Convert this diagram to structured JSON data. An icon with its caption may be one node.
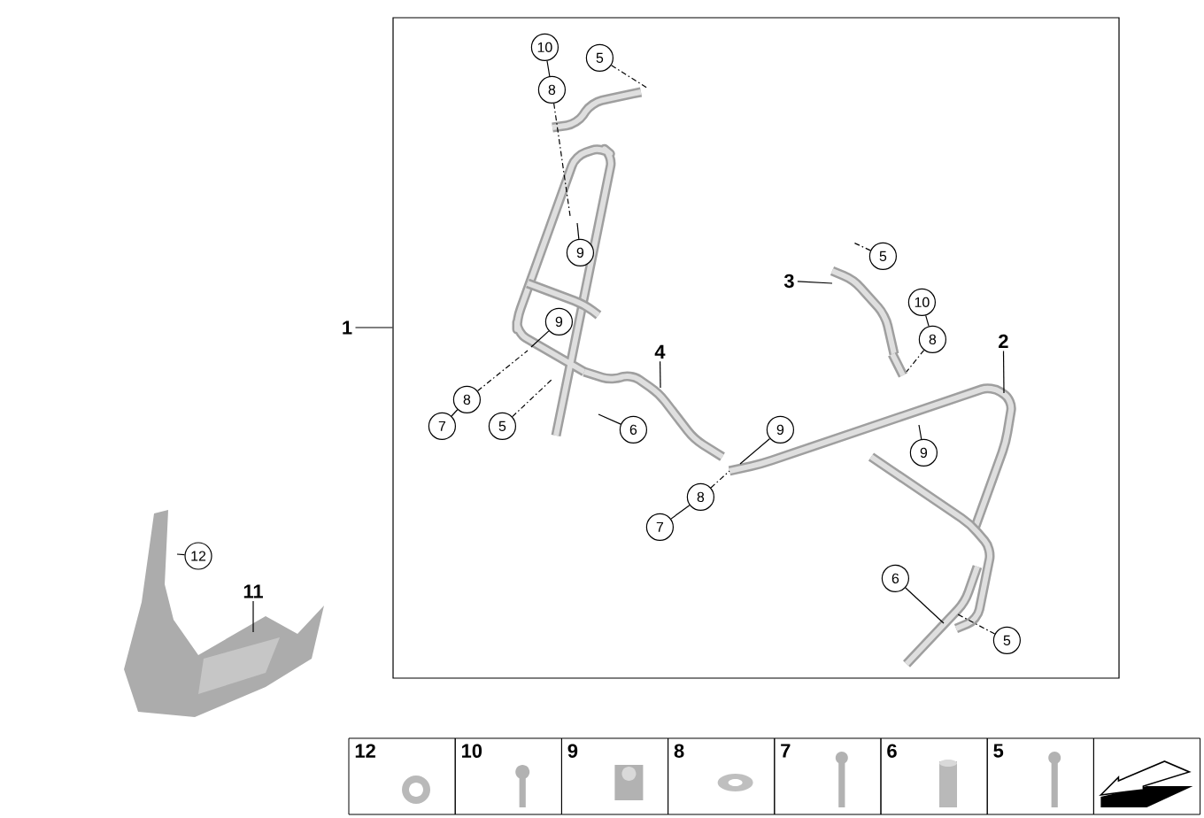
{
  "diagram": {
    "nodes": [
      {
        "text": [],
        "shape": "box"
      },
      {
        "text": [
          "1"
        ]
      },
      {
        "text": [
          "10"
        ],
        "in": 0
      },
      {
        "text": [
          "5"
        ],
        "in": 0
      },
      {
        "text": [
          "8"
        ],
        "in": 0
      },
      {
        "text": [
          "9"
        ],
        "in": 0
      },
      {
        "text": [
          "9"
        ],
        "in": 0
      },
      {
        "text": [
          "8"
        ],
        "in": 0
      },
      {
        "text": [
          "7"
        ],
        "in": 0
      },
      {
        "text": [
          "5"
        ],
        "in": 0
      },
      {
        "text": [
          "6"
        ],
        "in": 0
      },
      {
        "text": [
          "4"
        ],
        "in": 0
      },
      {
        "text": [
          "3"
        ],
        "in": 0
      },
      {
        "text": [
          "5"
        ],
        "in": 0
      },
      {
        "text": [
          "10"
        ],
        "in": 0
      },
      {
        "text": [
          "8"
        ],
        "in": 0
      },
      {
        "text": [
          "2"
        ],
        "in": 0
      },
      {
        "text": [
          "9"
        ],
        "in": 0
      },
      {
        "text": [
          "9"
        ],
        "in": 0
      },
      {
        "text": [
          "8"
        ],
        "in": 0
      },
      {
        "text": [
          "7"
        ],
        "in": 0
      },
      {
        "text": [
          "6"
        ],
        "in": 0
      },
      {
        "text": [
          "5"
        ],
        "in": 0
      },
      {
        "text": [
          "12"
        ]
      },
      {
        "text": [
          "11"
        ]
      }
    ],
    "edges": [
      {
        "from": 1,
        "to": 0,
        "arrow": "none"
      },
      {
        "from": 2,
        "to": 4,
        "arrow": "none"
      },
      {
        "from": 4,
        "to": null,
        "arrow": "none",
        "style": "dashed"
      },
      {
        "from": 3,
        "to": null,
        "arrow": "none",
        "style": "dashed"
      },
      {
        "from": 5,
        "to": null,
        "arrow": "none"
      },
      {
        "from": 6,
        "to": null,
        "arrow": "none"
      },
      {
        "from": 7,
        "to": null,
        "arrow": "none",
        "style": "dashed"
      },
      {
        "from": 8,
        "to": 7,
        "arrow": "none"
      },
      {
        "from": 9,
        "to": null,
        "arrow": "none",
        "style": "dashed"
      },
      {
        "from": 10,
        "to": null,
        "arrow": "none"
      },
      {
        "from": 11,
        "to": null,
        "arrow": "none"
      },
      {
        "from": 12,
        "to": null,
        "arrow": "none"
      },
      {
        "from": 13,
        "to": null,
        "arrow": "none",
        "style": "dashed"
      },
      {
        "from": 14,
        "to": 15,
        "arrow": "none"
      },
      {
        "from": 15,
        "to": null,
        "arrow": "none",
        "style": "dashed"
      },
      {
        "from": 16,
        "to": null,
        "arrow": "none"
      },
      {
        "from": 17,
        "to": null,
        "arrow": "none"
      },
      {
        "from": 18,
        "to": null,
        "arrow": "none"
      },
      {
        "from": 19,
        "to": null,
        "arrow": "none",
        "style": "dashed"
      },
      {
        "from": 20,
        "to": 19,
        "arrow": "none"
      },
      {
        "from": 21,
        "to": null,
        "arrow": "none"
      },
      {
        "from": 22,
        "to": null,
        "arrow": "none",
        "style": "dashed"
      },
      {
        "from": 23,
        "to": null,
        "arrow": "none"
      },
      {
        "from": 24,
        "to": null,
        "arrow": "none"
      }
    ],
    "labels": [
      "12",
      "10",
      "9",
      "8",
      "7",
      "6",
      "5"
    ]
  }
}
